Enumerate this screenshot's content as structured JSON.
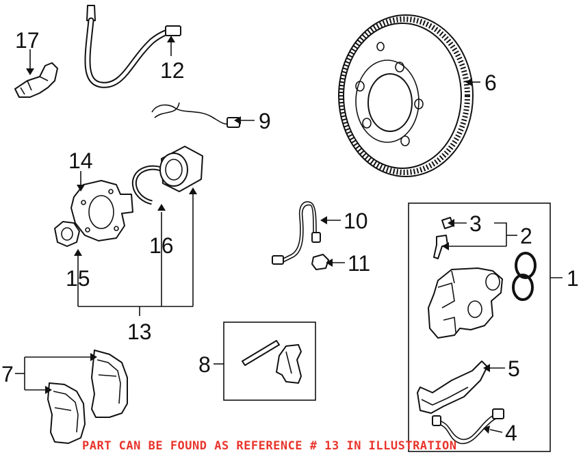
{
  "callouts": {
    "c1": "1",
    "c2": "2",
    "c3": "3",
    "c4": "4",
    "c5": "5",
    "c6": "6",
    "c7": "7",
    "c8": "8",
    "c9": "9",
    "c10": "10",
    "c11": "11",
    "c12": "12",
    "c13": "13",
    "c14": "14",
    "c15": "15",
    "c16": "16",
    "c17": "17"
  },
  "note": "PART CAN BE FOUND AS REFERENCE # 13 IN ILLUSTRATION",
  "colors": {
    "note": "#e8342b",
    "line": "#111111",
    "background": "#ffffff"
  }
}
